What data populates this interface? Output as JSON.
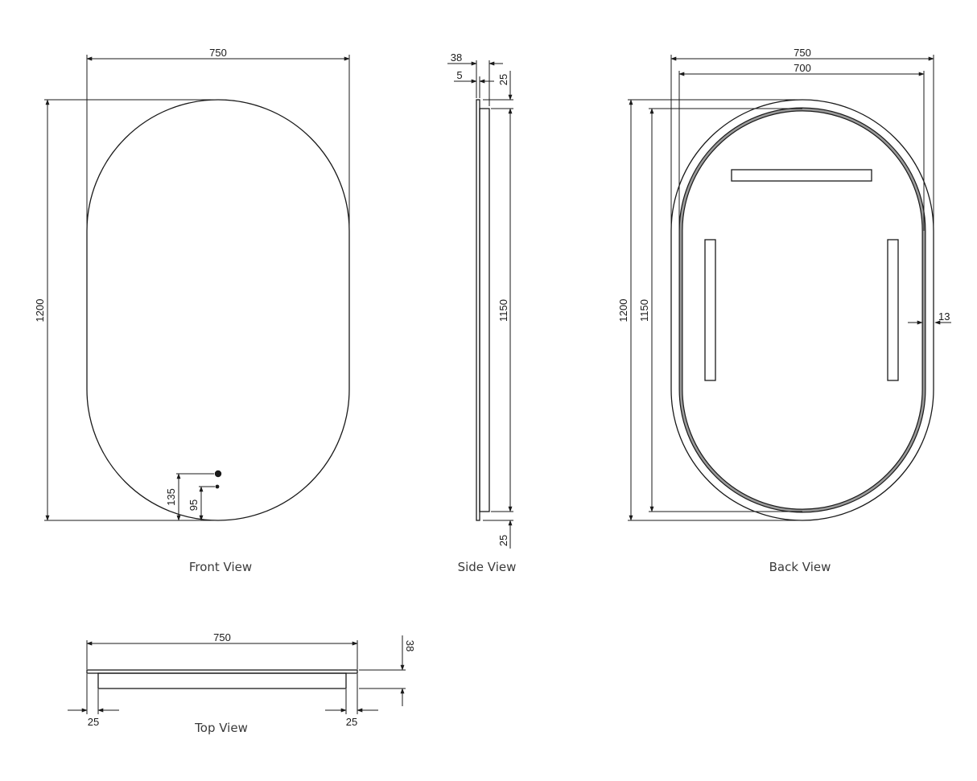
{
  "views": {
    "front": {
      "caption": "Front View",
      "dims": {
        "width": "750",
        "height": "1200",
        "switch_a": "135",
        "switch_b": "95"
      }
    },
    "side": {
      "caption": "Side View",
      "dims": {
        "depth": "38",
        "glass": "5",
        "inset_top": "25",
        "inner_height": "1150",
        "inset_bottom": "25"
      }
    },
    "back": {
      "caption": "Back View",
      "dims": {
        "outer_width": "750",
        "inner_width": "700",
        "outer_height": "1200",
        "inner_height": "1150",
        "edge": "13"
      }
    },
    "top": {
      "caption": "Top View",
      "dims": {
        "width": "750",
        "depth": "38",
        "left_inset": "25",
        "right_inset": "25"
      }
    }
  }
}
